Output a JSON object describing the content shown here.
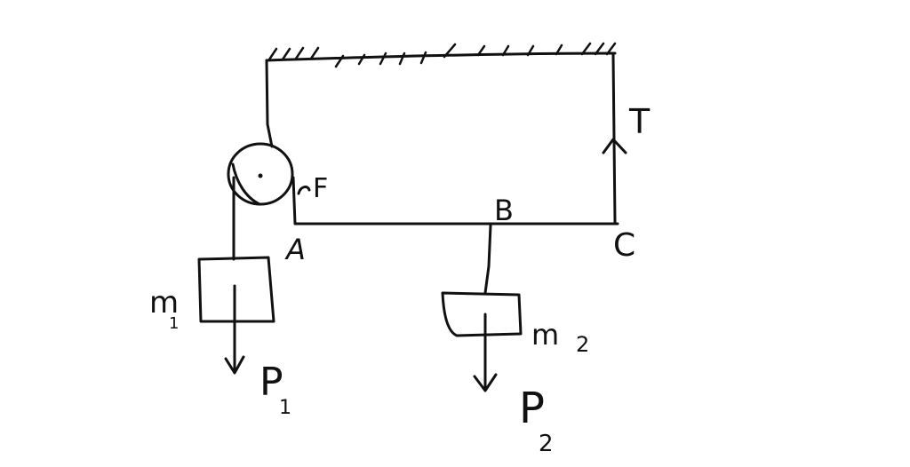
{
  "diagram": {
    "labels": {
      "T": "T",
      "F": "F",
      "B": "B",
      "A": "A",
      "C": "C",
      "m1": "m",
      "m1_sub": "1",
      "m2": "m",
      "m2_sub": "2",
      "P1": "P",
      "P1_sub": "1",
      "P2": "P",
      "P2_sub": "2"
    }
  }
}
